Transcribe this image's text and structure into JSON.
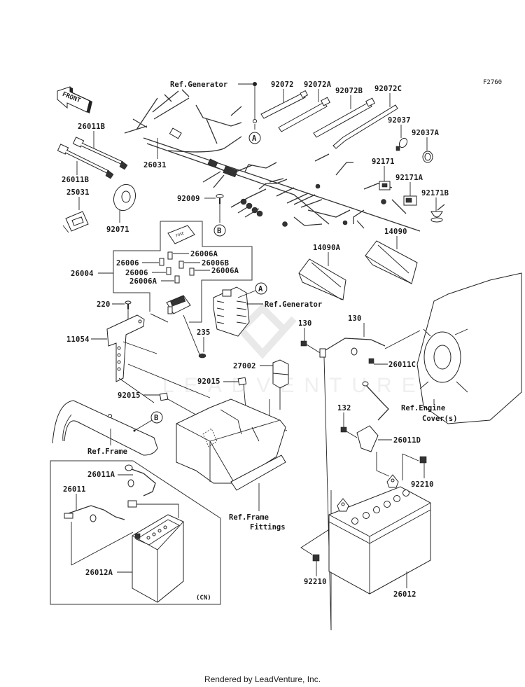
{
  "diagram": {
    "figure_code": "F2760",
    "front_arrow_label": "FRONT",
    "region_note": "(CN)",
    "footer": "Rendered by LeadVenture, Inc.",
    "watermark": "LEADVENTURE",
    "callout_letters": [
      "A",
      "B"
    ],
    "parts": [
      {
        "id": "92072",
        "label": "92072",
        "desc": "cable tie"
      },
      {
        "id": "92072A",
        "label": "92072A",
        "desc": "cable tie"
      },
      {
        "id": "92072B",
        "label": "92072B",
        "desc": "cable tie"
      },
      {
        "id": "92072C",
        "label": "92072C",
        "desc": "cable tie"
      },
      {
        "id": "92037",
        "label": "92037",
        "desc": "clamp"
      },
      {
        "id": "92037A",
        "label": "92037A",
        "desc": "clamp"
      },
      {
        "id": "92171",
        "label": "92171",
        "desc": "clamp"
      },
      {
        "id": "92171A",
        "label": "92171A",
        "desc": "clamp"
      },
      {
        "id": "92171B",
        "label": "92171B",
        "desc": "clamp"
      },
      {
        "id": "26011B_top",
        "label": "26011B",
        "desc": "lead"
      },
      {
        "id": "26011B_bot",
        "label": "26011B",
        "desc": "lead"
      },
      {
        "id": "26031",
        "label": "26031",
        "desc": "main harness"
      },
      {
        "id": "25031",
        "label": "25031",
        "desc": "relay"
      },
      {
        "id": "92071",
        "label": "92071",
        "desc": "grommet"
      },
      {
        "id": "92009",
        "label": "92009",
        "desc": "screw"
      },
      {
        "id": "14090",
        "label": "14090",
        "desc": "cover"
      },
      {
        "id": "14090A",
        "label": "14090A",
        "desc": "cover"
      },
      {
        "id": "26004",
        "label": "26004",
        "desc": "fuse box assembly"
      },
      {
        "id": "26006A_1",
        "label": "26006A",
        "desc": "fuse"
      },
      {
        "id": "26006_1",
        "label": "26006",
        "desc": "fuse"
      },
      {
        "id": "26006B",
        "label": "26006B",
        "desc": "fuse"
      },
      {
        "id": "26006_2",
        "label": "26006",
        "desc": "fuse"
      },
      {
        "id": "26006A_2",
        "label": "26006A",
        "desc": "fuse"
      },
      {
        "id": "26006A_3",
        "label": "26006A",
        "desc": "fuse"
      },
      {
        "id": "220",
        "label": "220",
        "desc": "bolt"
      },
      {
        "id": "11054",
        "label": "11054",
        "desc": "bracket"
      },
      {
        "id": "235",
        "label": "235",
        "desc": "screw"
      },
      {
        "id": "27002",
        "label": "27002",
        "desc": "cap"
      },
      {
        "id": "92015_1",
        "label": "92015",
        "desc": "nut"
      },
      {
        "id": "92015_2",
        "label": "92015",
        "desc": "nut"
      },
      {
        "id": "130_1",
        "label": "130",
        "desc": "bolt"
      },
      {
        "id": "130_2",
        "label": "130",
        "desc": "bolt"
      },
      {
        "id": "26011C",
        "label": "26011C",
        "desc": "lead"
      },
      {
        "id": "132",
        "label": "132",
        "desc": "bolt"
      },
      {
        "id": "26011D",
        "label": "26011D",
        "desc": "lead"
      },
      {
        "id": "92210_1",
        "label": "92210",
        "desc": "nut"
      },
      {
        "id": "92210_2",
        "label": "92210",
        "desc": "nut"
      },
      {
        "id": "26012",
        "label": "26012",
        "desc": "battery"
      },
      {
        "id": "26011A",
        "label": "26011A",
        "desc": "lead"
      },
      {
        "id": "26011",
        "label": "26011",
        "desc": "lead"
      },
      {
        "id": "26012A",
        "label": "26012A",
        "desc": "battery (CN)"
      }
    ],
    "references": {
      "generator_top": "Ref.Generator",
      "generator_mid": "Ref.Generator",
      "engine_cover_1": "Ref.Engine",
      "engine_cover_2": "Cover(s)",
      "frame": "Ref.Frame",
      "frame_fittings_1": "Ref.Frame",
      "frame_fittings_2": "Fittings"
    }
  }
}
